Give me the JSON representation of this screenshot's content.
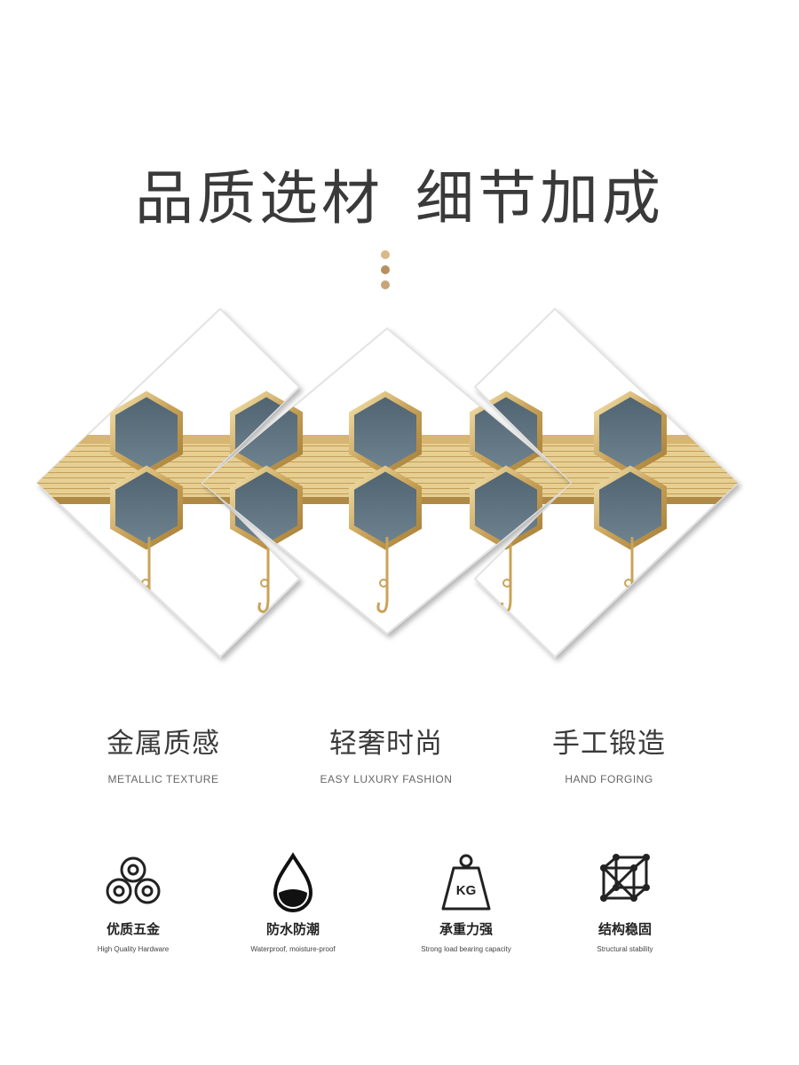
{
  "headline": {
    "left": "品质选材",
    "right": "细节加成"
  },
  "colors": {
    "gold": "#c9a35a",
    "gold_light": "#e8d39a",
    "glass": "#5b6e7c",
    "glass_light": "#7d909c",
    "dot_1": "#d9b98a",
    "dot_2": "#b98f5f",
    "dot_3": "#c9a478"
  },
  "features": [
    {
      "cn": "金属质感",
      "en": "METALLIC TEXTURE"
    },
    {
      "cn": "轻奢时尚",
      "en": "EASY LUXURY FASHION"
    },
    {
      "cn": "手工锻造",
      "en": "HAND FORGING"
    }
  ],
  "badges": [
    {
      "icon": "metal-rolls-icon",
      "cn": "优质五金",
      "en": "High Quality Hardware"
    },
    {
      "icon": "water-drop-icon",
      "cn": "防水防潮",
      "en": "Waterproof, moisture-proof"
    },
    {
      "icon": "kg-weight-icon",
      "cn": "承重力强",
      "en": "Strong load bearing capacity"
    },
    {
      "icon": "cube-structure-icon",
      "cn": "结构稳固",
      "en": "Structural stability"
    }
  ]
}
